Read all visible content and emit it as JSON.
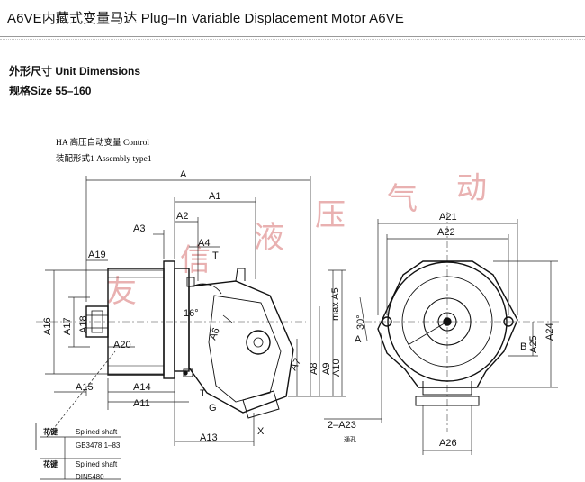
{
  "header": {
    "title": "A6VE内藏式变量马达 Plug–In Variable Displacement Motor A6VE"
  },
  "section": {
    "title": "外形尺寸 Unit Dimensions",
    "size_line": "规格Size 55–160"
  },
  "drawing": {
    "control_note": "HA 高压自动变量 Control",
    "assembly_note": "装配形式1 Assembly type1",
    "watermark": [
      "友",
      "信",
      "液",
      "压",
      "气",
      "动"
    ],
    "dims": {
      "A": "A",
      "A1": "A1",
      "A2": "A2",
      "A3": "A3",
      "A4": "A4",
      "A5": "max A5",
      "A6": "A6",
      "A7": "A7",
      "A8": "A8",
      "A9": "A9",
      "A10": "A10",
      "A11": "A11",
      "A13": "A13",
      "A14": "A14",
      "A15": "A15",
      "A16": "A16",
      "A17": "A17",
      "A18": "A18",
      "A19": "A19",
      "A20": "A20",
      "A21": "A21",
      "A22": "A22",
      "A23": "2–A23",
      "A24": "A24",
      "A25": "A25",
      "A26": "A26"
    },
    "labels": {
      "T_top": "T",
      "T_bottom": "T",
      "G": "G",
      "X": "X",
      "A_port": "A",
      "B_port": "B",
      "angle16": "16°",
      "angle30": "30°",
      "hole_note": "通孔"
    },
    "legend": [
      {
        "key": "花键",
        "value": "Splined shaft",
        "std": "GB3478.1–83"
      },
      {
        "key": "花键",
        "value": "Splined shaft",
        "std": "DIN5480"
      }
    ]
  }
}
